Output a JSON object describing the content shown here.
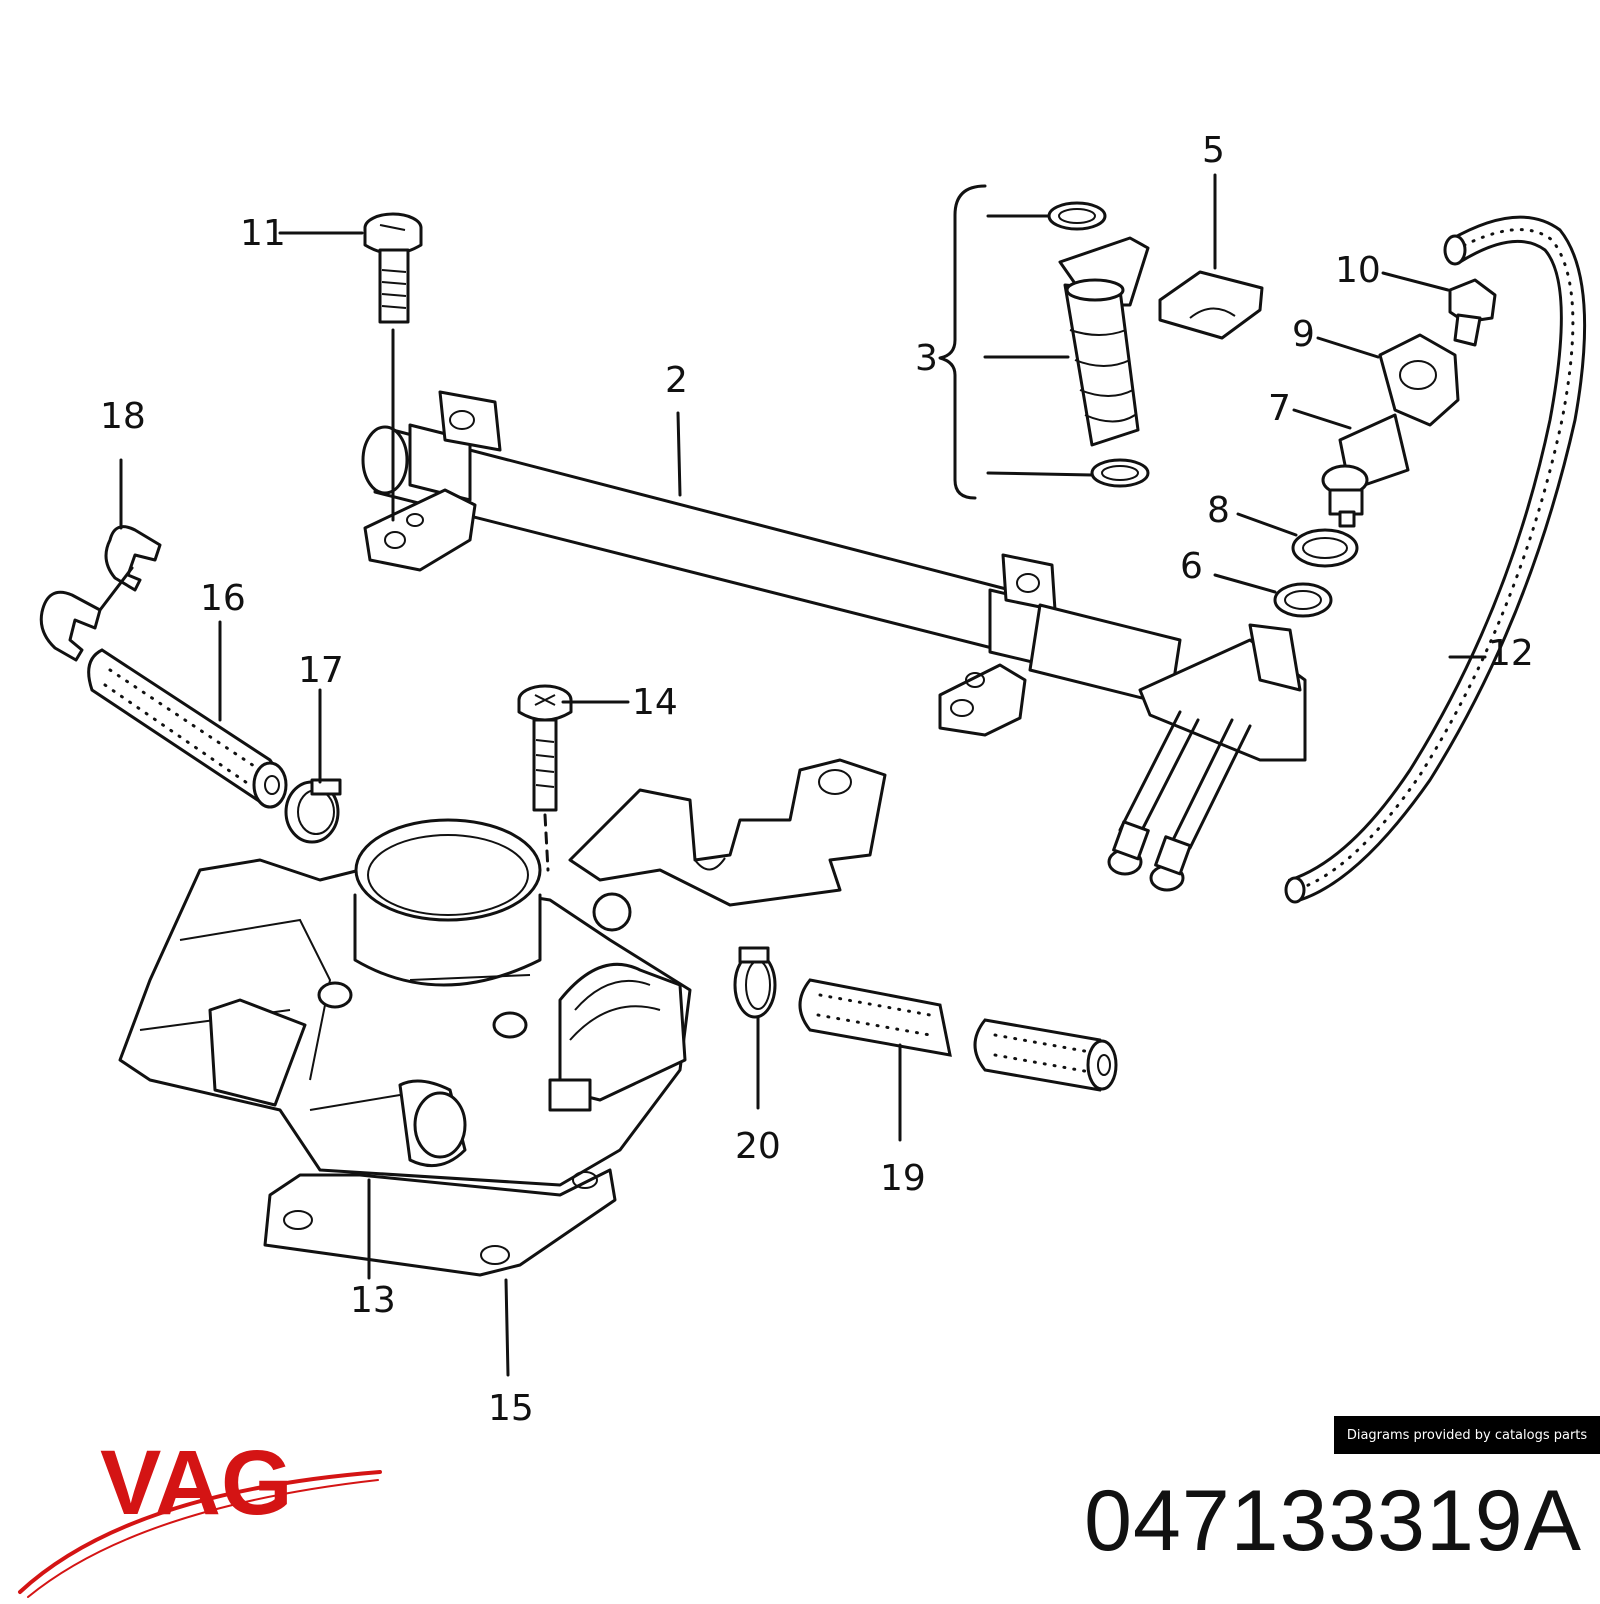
{
  "callouts": [
    "2",
    "3",
    "5",
    "6",
    "7",
    "8",
    "9",
    "10",
    "11",
    "12",
    "13",
    "14",
    "15",
    "16",
    "17",
    "18",
    "19",
    "20"
  ],
  "credit": "Diagrams provided by catalogs parts",
  "brand": {
    "name": "VAG",
    "color": "#d41414"
  },
  "part_number": "047133319A"
}
